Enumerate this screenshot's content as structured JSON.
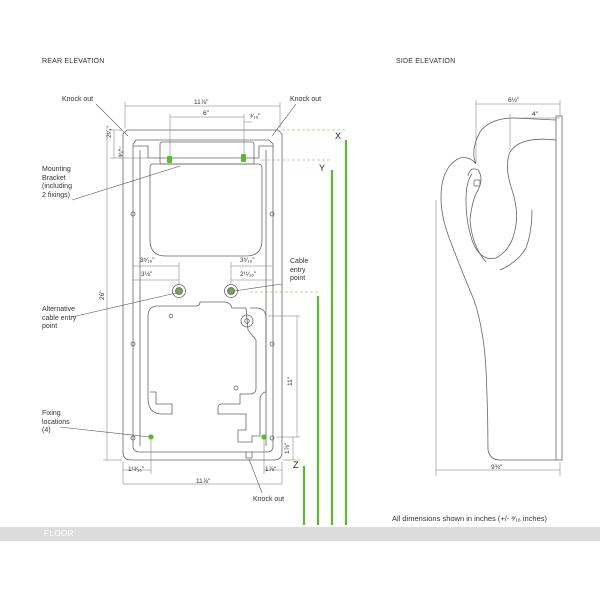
{
  "headings": {
    "rear": "REAR ELEVATION",
    "side": "SIDE ELEVATION"
  },
  "callouts": {
    "knock_out_top_left": "Knock out",
    "knock_out_top_right": "Knock out",
    "knock_out_bottom": "Knock out",
    "mounting_bracket": [
      "Mounting",
      "Bracket",
      "(including",
      "2 fixings)"
    ],
    "cable_entry": [
      "Cable",
      "entry",
      "point"
    ],
    "alt_cable_entry": [
      "Alternative",
      "cable entry",
      "point"
    ],
    "fixing_locations": [
      "Fixing",
      "locations",
      "(4)"
    ]
  },
  "dimensions": {
    "top_width": "11⅞\"",
    "top_inner": "6\"",
    "top_small": "³⁄₁₆\"",
    "left_top_a": "2¹⁄₄\"",
    "left_top_b": "³⁄₄\"",
    "mid_left_a": "3⁵⁄₁₆\"",
    "mid_left_b": "3⅛\"",
    "mid_right_a": "3⁵⁄₁₆\"",
    "mid_right_b": "2¹¹⁄₁₆\"",
    "height": "26\"",
    "right_mid": "11\"",
    "right_bottom": "1⅞\"",
    "bottom_left": "1¹³⁄₁₆\"",
    "bottom_right": "1⅞\"",
    "bottom_width": "11⅞\"",
    "side_top_outer": "6½\"",
    "side_top_inner": "4\"",
    "side_bottom": "9¾\""
  },
  "axes": {
    "x": "X",
    "y": "Y",
    "z": "Z"
  },
  "floor_label": "FLOOR",
  "note": "All dimensions shown in inches (+/- ³⁄₁₆ inches)",
  "colors": {
    "line": "#666666",
    "accent": "#5cb82c",
    "dashed": "#9ac97f",
    "floor": "#dcdcdc"
  }
}
